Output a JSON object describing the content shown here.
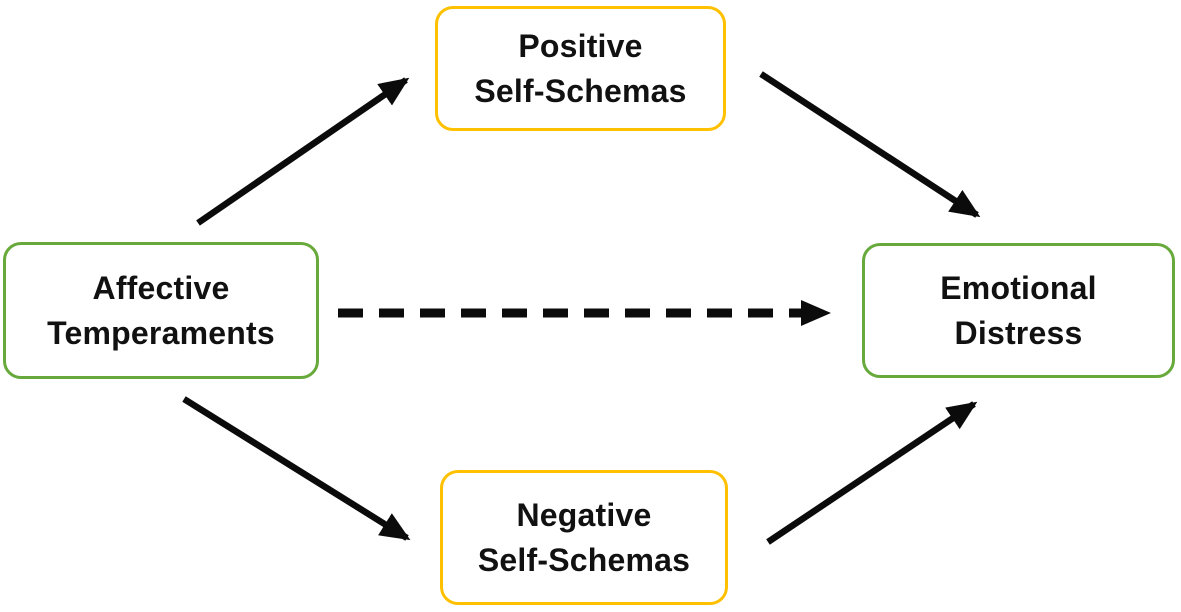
{
  "diagram": {
    "type": "path-model",
    "background_color": "#ffffff",
    "line_color": "#0b0b0b",
    "text_color": "#111111",
    "accent_colors": {
      "green": "#68a93c",
      "orange": "#ffc000"
    },
    "nodes": {
      "affective_temperaments": {
        "label": "Affective Temperaments",
        "line1": "Affective",
        "line2": "Temperaments",
        "border_color": "#68a93c"
      },
      "positive_self_schemas": {
        "label": "Positive Self-Schemas",
        "line1": "Positive",
        "line2": "Self-Schemas",
        "border_color": "#ffc000"
      },
      "negative_self_schemas": {
        "label": "Negative Self-Schemas",
        "line1": "Negative",
        "line2": "Self-Schemas",
        "border_color": "#ffc000"
      },
      "emotional_distress": {
        "label": "Emotional Distress",
        "line1": "Emotional",
        "line2": "Distress",
        "border_color": "#68a93c"
      }
    },
    "edges": [
      {
        "from": "Affective Temperaments",
        "to": "Positive Self-Schemas",
        "style": "solid"
      },
      {
        "from": "Positive Self-Schemas",
        "to": "Emotional Distress",
        "style": "solid"
      },
      {
        "from": "Affective Temperaments",
        "to": "Negative Self-Schemas",
        "style": "solid"
      },
      {
        "from": "Negative Self-Schemas",
        "to": "Emotional Distress",
        "style": "solid"
      },
      {
        "from": "Affective Temperaments",
        "to": "Emotional Distress",
        "style": "dashed"
      }
    ]
  }
}
